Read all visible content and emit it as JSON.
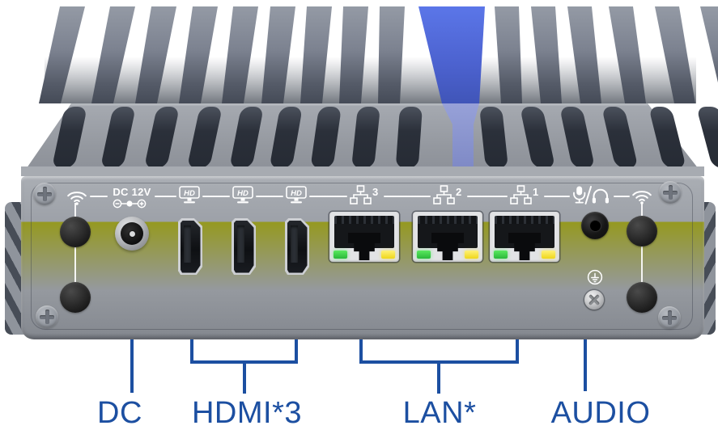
{
  "image": {
    "alt": "Fanless mini PC rear panel with annotated ports"
  },
  "panel": {
    "dc_port_label": "DC 12V",
    "hdmi_badge": "HD",
    "lan_ports": [
      {
        "number": "3"
      },
      {
        "number": "2"
      },
      {
        "number": "1"
      }
    ],
    "icons": {
      "wifi_left": "wifi-antenna-icon",
      "wifi_right": "wifi-antenna-icon",
      "dc_polarity": "dc-polarity-icon",
      "hdmi": "hd-monitor-icon",
      "lan": "network-nodes-icon",
      "microphone": "microphone-icon",
      "headphone": "headset-icon",
      "ground": "earth-ground-icon"
    }
  },
  "callouts": {
    "dc": "DC",
    "hdmi": "HDMI*3",
    "lan": "LAN*",
    "audio": "AUDIO"
  },
  "colors": {
    "accent_fin_blue": "#5570dd",
    "callout_blue": "#1c4fa1",
    "led_green": "#3fd24b",
    "led_yellow": "#f0d81c",
    "chassis_gray": "#9b9fa6"
  }
}
